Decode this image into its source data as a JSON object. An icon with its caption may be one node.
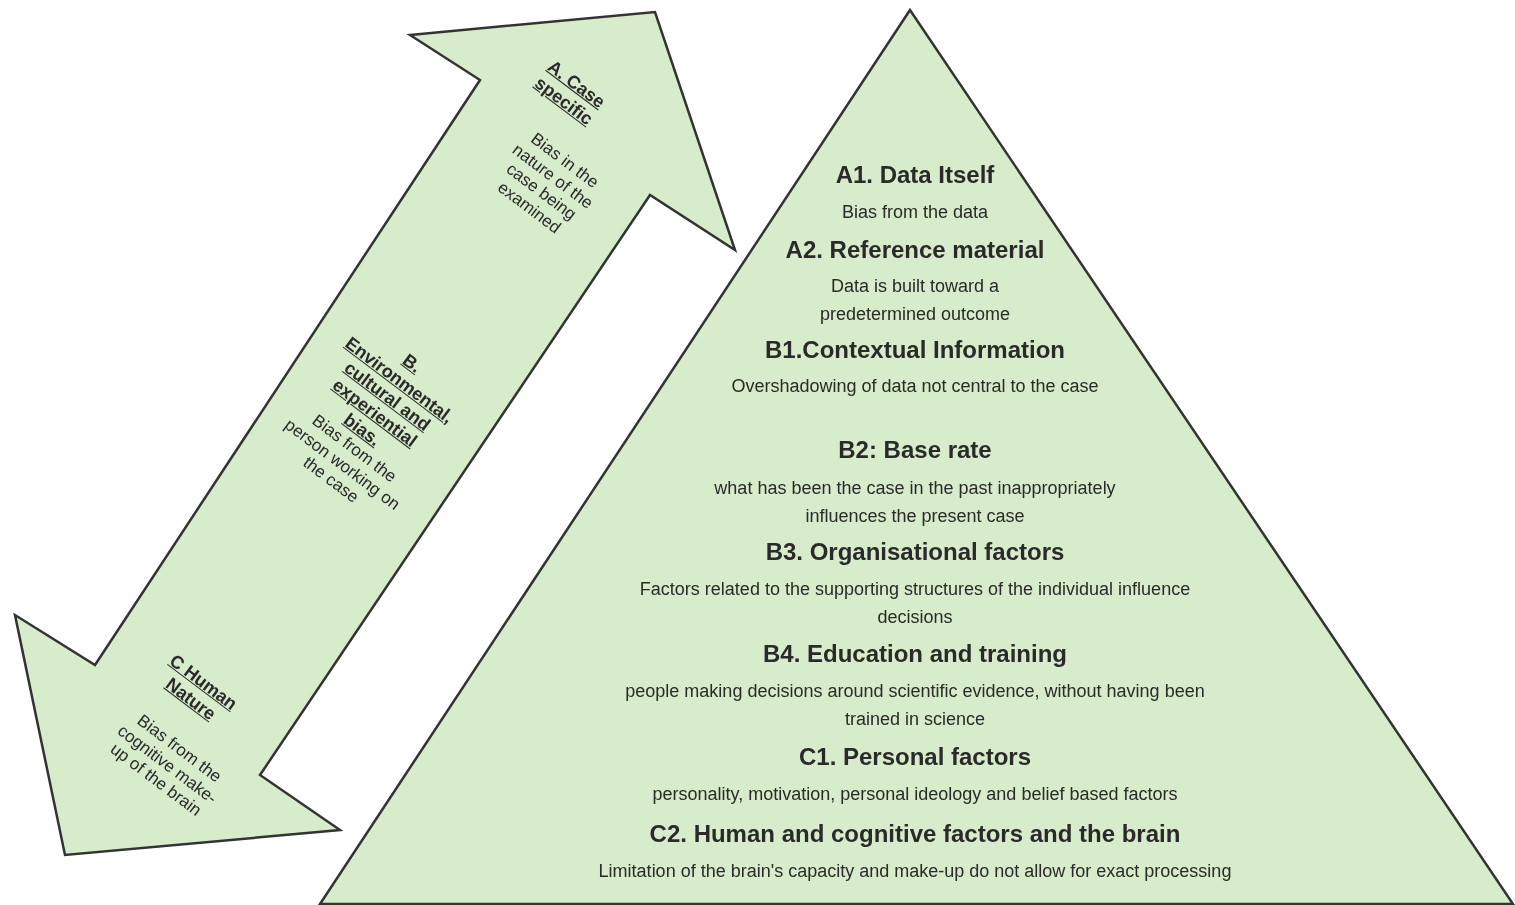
{
  "diagram": {
    "nodes": [
      {
        "text": [
          "A. Case specific",
          "Bias in the nature of the case being examined",
          "B. Environmental, cultural and experiential bias.",
          "Bias from the person working on the case",
          "C Human Nature",
          "Bias from the cognitive make-up of the brain"
        ]
      },
      {
        "text": [
          "A1. Data Itself",
          "Bias from the data",
          "A2. Reference material",
          "Data is built toward a predetermined outcome",
          "B1.Contextual Information",
          "Overshadowing of data not central to the case",
          "B2: Base rate",
          "what has been the case in the past inappropriately influences the present case",
          "B3. Organisational factors",
          "Factors related to the supporting structures of the individual influence decisions",
          "B4. Education and training",
          "people making decisions around scientific evidence, without having been trained in science",
          "C1. Personal factors",
          "personality, motivation, personal ideology and belief based factors",
          "C2. Human and cognitive factors and the brain",
          "Limitation of the brain's capacity and make-up do not allow for exact processing"
        ]
      }
    ],
    "edges": []
  }
}
